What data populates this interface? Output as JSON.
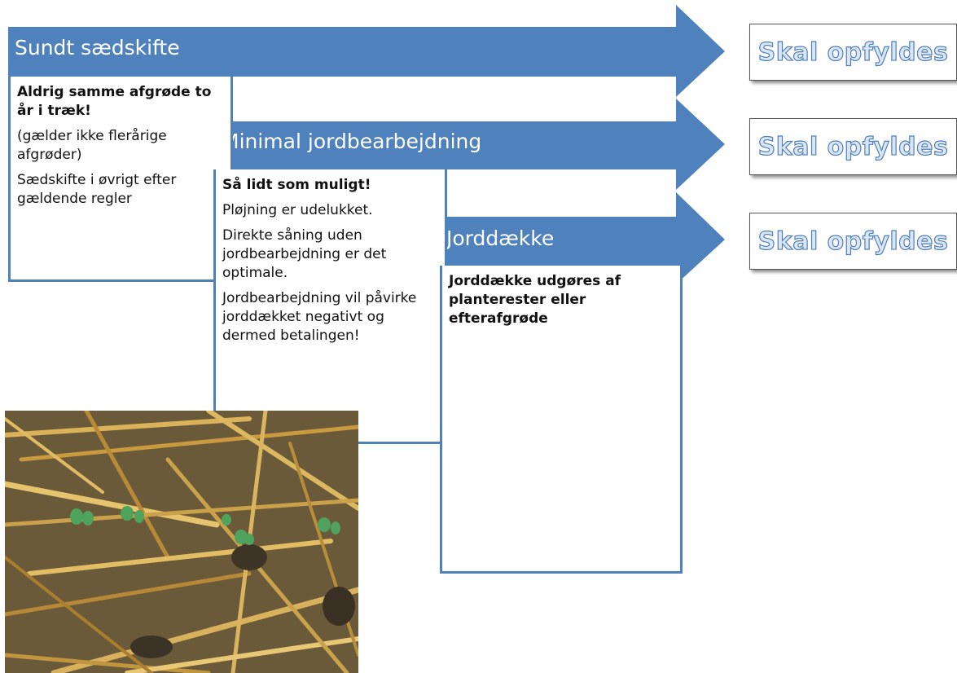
{
  "arrows": [
    {
      "title": "Sundt sædskifte"
    },
    {
      "title": "Minimal jordbearbejdning"
    },
    {
      "title": "Jorddække"
    }
  ],
  "boxes": {
    "box1": {
      "heading": "Aldrig samme afgrøde to år i træk!",
      "line1": "(gælder ikke flerårige afgrøder)",
      "line2": "Sædskifte i øvrigt efter gældende regler"
    },
    "box2": {
      "heading": "Så lidt som muligt!",
      "line1": "Pløjning er udelukket.",
      "line2": "Direkte såning uden jordbearbejdning er det optimale.",
      "line3": "Jordbearbejdning vil påvirke jorddækket negativt og dermed betalingen!"
    },
    "box3": {
      "heading": "Jorddække udgøres af planterester eller efterafgrøde"
    }
  },
  "results": [
    "Skal opfyldes",
    "Skal opfyldes",
    "Skal opfyldes"
  ],
  "colors": {
    "arrow": "#4f81bd",
    "result_fill": "#dce6f2"
  },
  "photo": {
    "description_icon": "straw-residue-photo"
  }
}
